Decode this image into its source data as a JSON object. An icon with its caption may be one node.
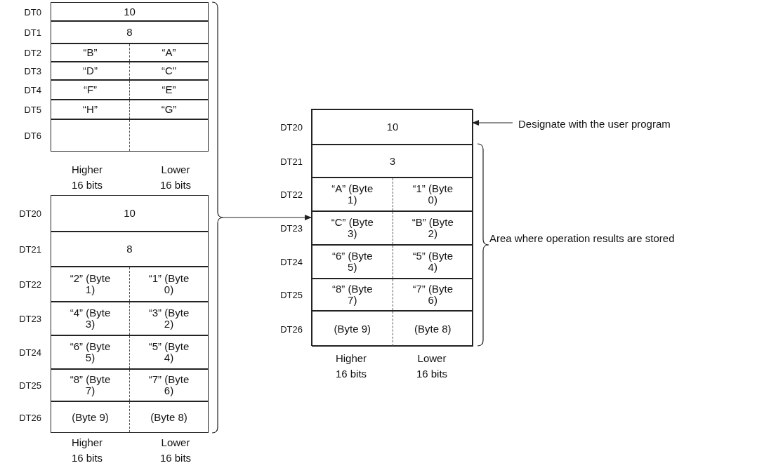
{
  "diagram": {
    "nodes": [
      {
        "text": [
          "10"
        ],
        "beside": [
          "DT0"
        ]
      },
      {
        "text": [
          "8"
        ],
        "beside": [
          "DT1"
        ]
      },
      {
        "text": [
          "“B”",
          "“A”"
        ],
        "beside": [
          "DT2"
        ]
      },
      {
        "text": [
          "“D”",
          "“C”"
        ],
        "beside": [
          "DT3"
        ]
      },
      {
        "text": [
          "“F”",
          "“E”"
        ],
        "beside": [
          "DT4"
        ]
      },
      {
        "text": [
          "“H”",
          "“G”"
        ],
        "beside": [
          "DT5"
        ]
      },
      {
        "text": [],
        "shape": "box",
        "beside": [
          "DT6"
        ]
      },
      {
        "text": [
          "10"
        ],
        "beside": [
          "DT20"
        ]
      },
      {
        "text": [
          "8"
        ],
        "beside": [
          "DT21"
        ]
      },
      {
        "text": [
          "“2” (Byte 1)",
          "“1” (Byte 0)"
        ],
        "beside": [
          "DT22"
        ]
      },
      {
        "text": [
          "“4” (Byte 3)",
          "“3” (Byte 2)"
        ],
        "beside": [
          "DT23"
        ]
      },
      {
        "text": [
          "“6” (Byte 5)",
          "“5” (Byte 4)"
        ],
        "beside": [
          "DT24"
        ]
      },
      {
        "text": [
          "“8” (Byte 7)",
          "“7” (Byte 6)"
        ],
        "beside": [
          "DT25"
        ]
      },
      {
        "text": [
          "(Byte 9)",
          "(Byte 8)"
        ],
        "beside": [
          "DT26"
        ]
      },
      {
        "text": [],
        "shape": "box"
      },
      {
        "text": [
          "10"
        ],
        "beside": [
          "DT20"
        ],
        "in": 14
      },
      {
        "text": [
          "3"
        ],
        "beside": [
          "DT21"
        ],
        "in": 14
      },
      {
        "text": [
          "“A” (Byte 1)",
          "“1” (Byte 0)"
        ],
        "beside": [
          "DT22"
        ],
        "in": 14
      },
      {
        "text": [
          "“C” (Byte 3)",
          "“B” (Byte 2)"
        ],
        "beside": [
          "DT23"
        ],
        "in": 14
      },
      {
        "text": [
          "“6” (Byte 5)",
          "“5” (Byte 4)"
        ],
        "beside": [
          "DT24"
        ],
        "in": 14
      },
      {
        "text": [
          "“8” (Byte 7)",
          "“7” (Byte 6)"
        ],
        "beside": [
          "DT25"
        ],
        "in": 14
      },
      {
        "text": [
          "(Byte 9)",
          "(Byte 8)"
        ],
        "beside": [
          "DT26"
        ],
        "in": 14
      },
      {
        "text": [
          "Designate with the user program"
        ]
      },
      {
        "text": [],
        "shape": "brace"
      }
    ],
    "edges": [
      {
        "from": 23,
        "to": 14,
        "arrow": "to"
      },
      {
        "from": 22,
        "to": 15,
        "arrow": "to"
      }
    ],
    "labels": [
      "Higher 16 bits",
      "Lower 16 bits",
      "Area where operation results are stored",
      "Higher 16 bits",
      "Lower 16 bits",
      "Higher 16 bits",
      "Lower 16 bits"
    ]
  }
}
